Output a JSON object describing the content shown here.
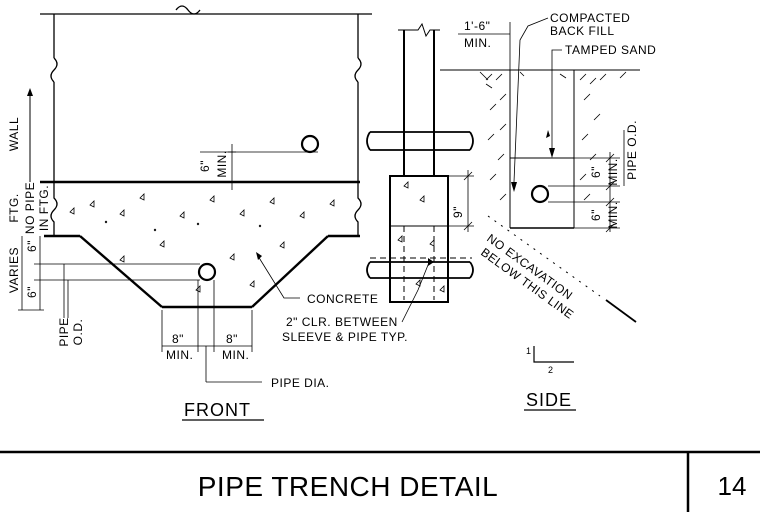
{
  "views": {
    "front": "FRONT",
    "side": "SIDE"
  },
  "labels": {
    "wall": "WALL",
    "ftg": "FTG.",
    "no_pipe_1": "NO PIPE",
    "no_pipe_2": "IN FTG.",
    "varies": "VARIES",
    "six_left_upper": "6\"",
    "six_left_lower": "6\"",
    "pipe_od_left_1": "PIPE",
    "pipe_od_left_2": "O.D.",
    "six_min_val": "6\"",
    "six_min_min": "MIN.",
    "concrete": "CONCRETE",
    "clr_1": "2\" CLR. BETWEEN",
    "clr_2": "SLEEVE & PIPE TYP.",
    "eight_left": "8\"",
    "eight_right": "8\"",
    "min_left": "MIN.",
    "min_right": "MIN.",
    "pipe_dia": "PIPE DIA.",
    "one_six": "1'-6\"",
    "one_six_min": "MIN.",
    "nine": "9\"",
    "compacted_1": "COMPACTED",
    "compacted_2": "BACK FILL",
    "tamped": "TAMPED SAND",
    "pipe_od_right": "PIPE O.D.",
    "six_r1": "6\"",
    "six_r1_min": "MIN.",
    "six_r2": "6\"",
    "six_r2_min": "MIN.",
    "no_exc_1": "NO EXCAVATION",
    "no_exc_2": "BELOW THIS LINE",
    "slope_1": "1",
    "slope_2": "2"
  },
  "title_block": {
    "title": "PIPE TRENCH DETAIL",
    "number": "14"
  }
}
